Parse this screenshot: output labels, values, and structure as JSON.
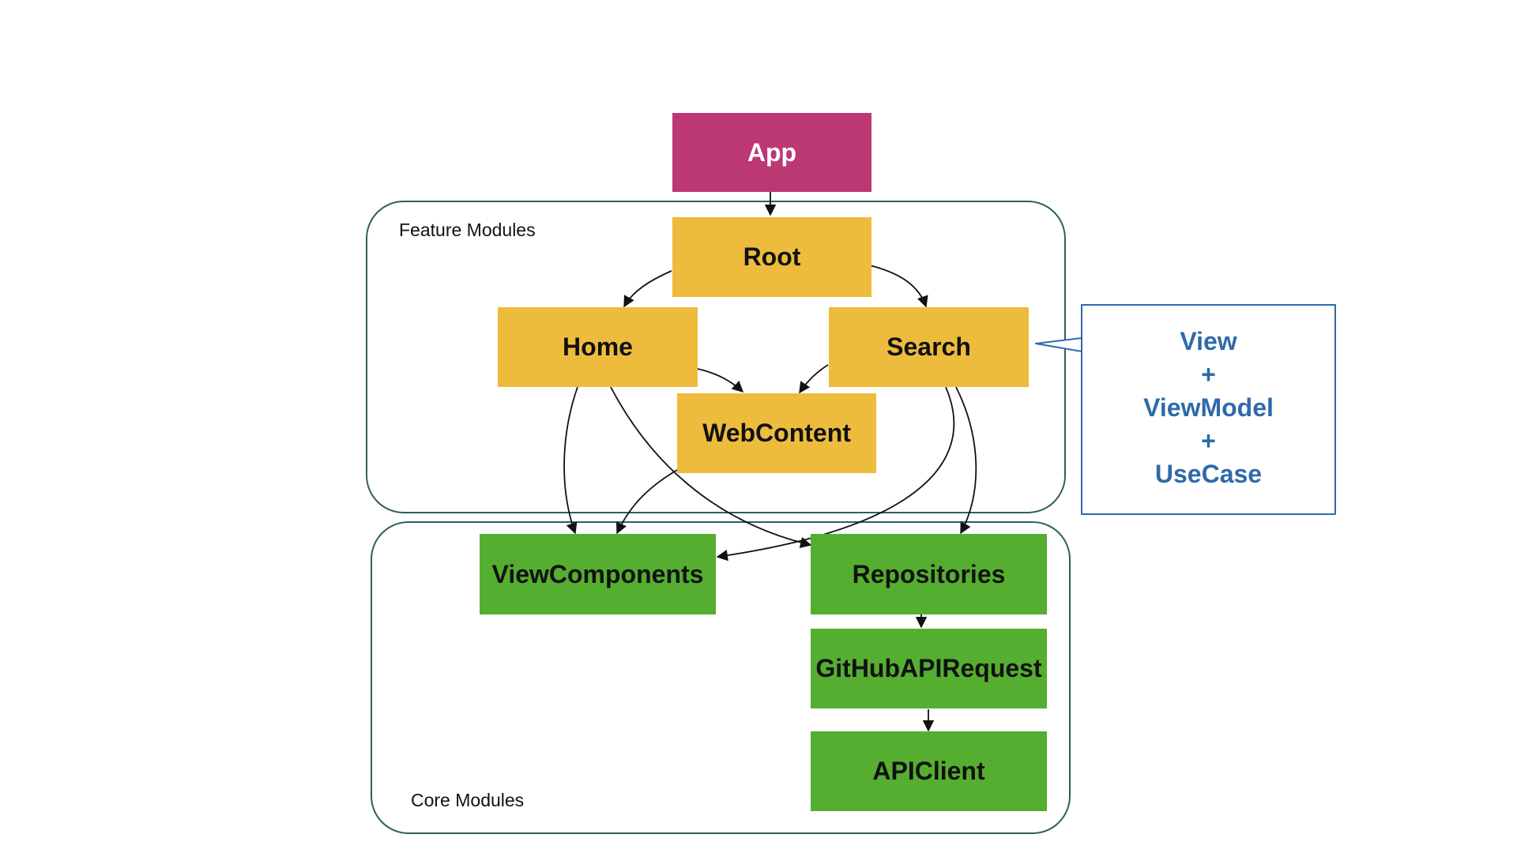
{
  "colors": {
    "app": "#bc3873",
    "feature": "#eebc3d",
    "core": "#55ae30",
    "group_border": "#2f5f5f",
    "callout_border": "#2e6aa8",
    "callout_text": "#2e6aa8",
    "arrow": "#111111"
  },
  "groups": {
    "feature_label": "Feature Modules",
    "core_label": "Core Modules"
  },
  "nodes": {
    "app": "App",
    "root": "Root",
    "home": "Home",
    "search": "Search",
    "webcontent": "WebContent",
    "viewcomponents": "ViewComponents",
    "repositories": "Repositories",
    "githubapirequest": "GitHubAPIRequest",
    "apiclient": "APIClient"
  },
  "callout": {
    "lines": [
      "View",
      "+",
      "ViewModel",
      "+",
      "UseCase"
    ]
  },
  "edges": [
    {
      "from": "App",
      "to": "Root"
    },
    {
      "from": "Root",
      "to": "Home"
    },
    {
      "from": "Root",
      "to": "Search"
    },
    {
      "from": "Home",
      "to": "WebContent"
    },
    {
      "from": "Search",
      "to": "WebContent"
    },
    {
      "from": "Home",
      "to": "ViewComponents"
    },
    {
      "from": "Home",
      "to": "Repositories"
    },
    {
      "from": "WebContent",
      "to": "ViewComponents"
    },
    {
      "from": "Search",
      "to": "ViewComponents"
    },
    {
      "from": "Search",
      "to": "Repositories"
    },
    {
      "from": "Repositories",
      "to": "GitHubAPIRequest"
    },
    {
      "from": "GitHubAPIRequest",
      "to": "APIClient"
    }
  ]
}
